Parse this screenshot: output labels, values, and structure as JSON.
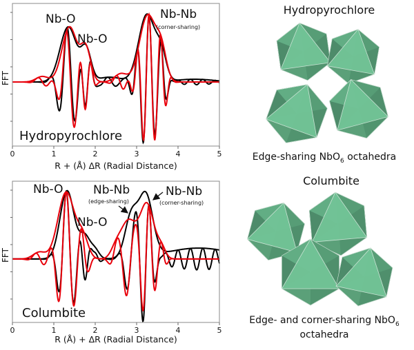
{
  "chart_data": [
    {
      "type": "line",
      "title": "Hydropyrochlore",
      "xlabel": "R + (Å) ΔR (Radial Distance)",
      "ylabel": "FFT",
      "xlim": [
        0,
        5
      ],
      "ylim": [
        -0.93,
        1.14
      ],
      "xticks": [
        0,
        1,
        2,
        3,
        4,
        5
      ],
      "grid": false,
      "annotations": [
        {
          "text": "Nb-O"
        },
        {
          "text": "Nb-O"
        },
        {
          "text": "Nb-Nb",
          "note": "(corner-sharing)"
        }
      ],
      "series": [
        {
          "name": "black",
          "color": "#000000",
          "components": [
            {
              "center": 1.35,
              "amplitude": 0.8,
              "width": 0.2,
              "real_max": 1.32,
              "period": 0.42
            },
            {
              "center": 1.78,
              "amplitude": 0.45,
              "width": 0.12,
              "real_max": 1.9,
              "period": 0.3
            },
            {
              "center": 2.35,
              "amplitude": 0.07,
              "width": 0.28,
              "real_max": 2.3,
              "period": 0.4
            },
            {
              "center": 3.25,
              "amplitude": 0.98,
              "width": 0.2,
              "real_max": 3.3,
              "period": 0.29
            },
            {
              "center": 3.6,
              "amplitude": 0.35,
              "width": 0.12,
              "real_max": 3.59,
              "period": 0.29
            },
            {
              "center": 4.4,
              "amplitude": 0.04,
              "width": 0.45,
              "real_max": 4.3,
              "period": 0.3
            }
          ]
        },
        {
          "name": "red",
          "color": "#e8000b",
          "components": [
            {
              "center": 0.72,
              "amplitude": 0.08,
              "width": 0.15,
              "real_max": 0.6,
              "period": 0.5
            },
            {
              "center": 1.38,
              "amplitude": 0.8,
              "width": 0.18,
              "real_max": 1.3,
              "period": 0.42
            },
            {
              "center": 1.77,
              "amplitude": 0.48,
              "width": 0.12,
              "real_max": 1.9,
              "period": 0.3
            },
            {
              "center": 2.62,
              "amplitude": 0.12,
              "width": 0.15,
              "real_max": 2.5,
              "period": 0.4
            },
            {
              "center": 3.27,
              "amplitude": 0.97,
              "width": 0.2,
              "real_max": 3.3,
              "period": 0.28
            },
            {
              "center": 3.6,
              "amplitude": 0.4,
              "width": 0.12,
              "real_max": 3.58,
              "period": 0.28
            }
          ]
        }
      ]
    },
    {
      "type": "line",
      "title": "Columbite",
      "xlabel": "R (Å) + ΔR (Radial Distance)",
      "ylabel": "FFT",
      "xlim": [
        0,
        5
      ],
      "ylim": [
        -0.93,
        1.14
      ],
      "xticks": [
        0,
        1,
        2,
        3,
        4,
        5
      ],
      "grid": false,
      "annotations": [
        {
          "text": "Nb-O"
        },
        {
          "text": "Nb-O"
        },
        {
          "text": "Nb-Nb",
          "note": "(edge-sharing)"
        },
        {
          "text": "Nb-Nb",
          "note": "(corner-sharing)"
        }
      ],
      "series": [
        {
          "name": "black",
          "color": "#000000",
          "components": [
            {
              "center": 1.32,
              "amplitude": 1.0,
              "width": 0.17,
              "real_max": 1.3,
              "period": 0.4
            },
            {
              "center": 1.75,
              "amplitude": 0.33,
              "width": 0.13,
              "real_max": 1.9,
              "period": 0.3
            },
            {
              "center": 2.0,
              "amplitude": 0.12,
              "width": 0.1,
              "real_max": 2.0,
              "period": 0.35
            },
            {
              "center": 2.87,
              "amplitude": 0.6,
              "width": 0.15,
              "real_max": 2.95,
              "period": 0.4
            },
            {
              "center": 3.22,
              "amplitude": 0.9,
              "width": 0.17,
              "real_max": 3.3,
              "period": 0.3
            },
            {
              "center": 4.5,
              "amplitude": 0.16,
              "width": 0.8,
              "real_max": 4.3,
              "period": 0.3
            }
          ]
        },
        {
          "name": "red",
          "color": "#e8000b",
          "components": [
            {
              "center": 0.65,
              "amplitude": 0.1,
              "width": 0.15,
              "real_max": 0.55,
              "period": 0.5
            },
            {
              "center": 1.3,
              "amplitude": 0.98,
              "width": 0.2,
              "real_max": 1.3,
              "period": 0.4
            },
            {
              "center": 1.7,
              "amplitude": 0.3,
              "width": 0.13,
              "real_max": 1.65,
              "period": 0.4
            },
            {
              "center": 2.5,
              "amplitude": 0.15,
              "width": 0.12,
              "real_max": 2.5,
              "period": 0.4
            },
            {
              "center": 2.8,
              "amplitude": 0.55,
              "width": 0.18,
              "real_max": 2.95,
              "period": 0.4
            },
            {
              "center": 3.25,
              "amplitude": 0.8,
              "width": 0.17,
              "real_max": 3.3,
              "period": 0.3
            },
            {
              "center": 3.6,
              "amplitude": 0.15,
              "width": 0.1,
              "real_max": 3.6,
              "period": 0.3
            }
          ]
        }
      ]
    }
  ],
  "structures": {
    "top": {
      "title": "Hydropyrochlore",
      "caption_pre": "Edge-sharing NbO",
      "caption_sub": "6",
      "caption_post": " octahedra"
    },
    "bottom": {
      "title": "Columbite",
      "caption_pre": "Edge- and corner-sharing NbO",
      "caption_sub": "6",
      "caption_line2": "octahedra"
    },
    "octahedron_color": "#5fae82"
  }
}
